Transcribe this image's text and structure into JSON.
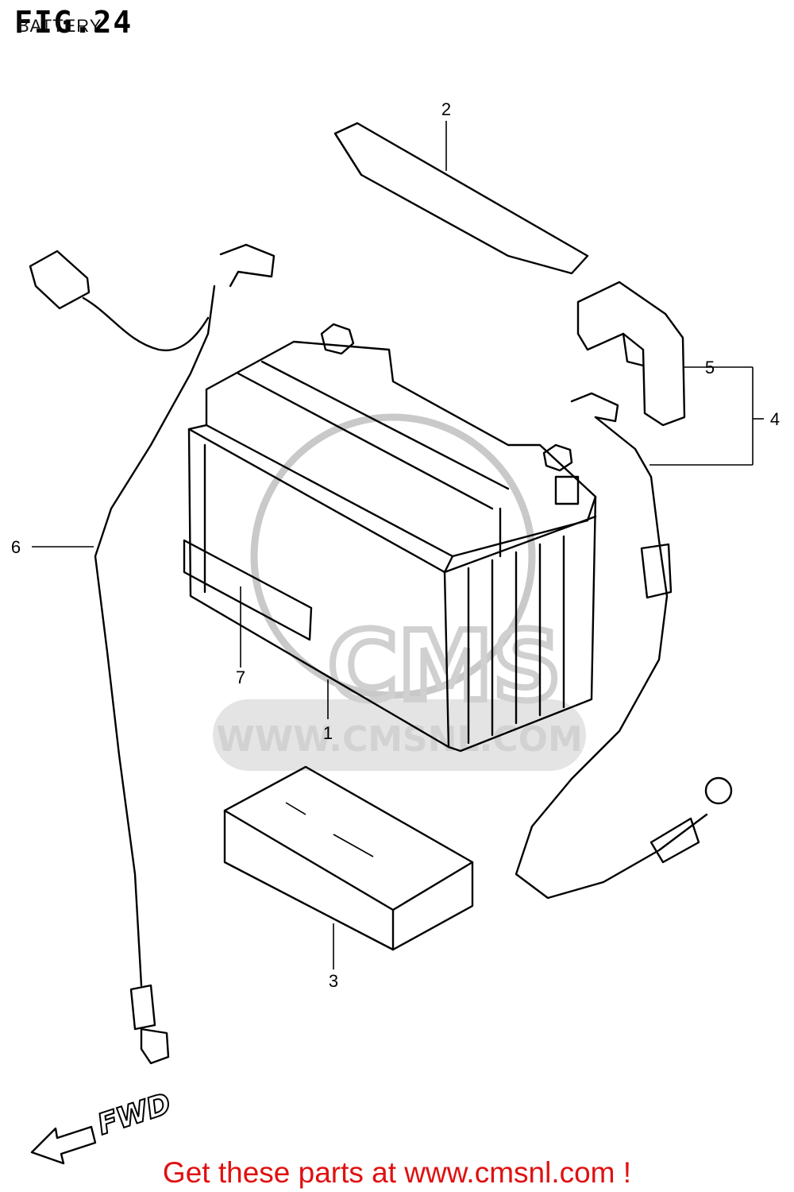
{
  "figure": {
    "title": "FIG.24",
    "subtitle": "BATTERY"
  },
  "callouts": [
    {
      "id": "1",
      "label": "1"
    },
    {
      "id": "2",
      "label": "2"
    },
    {
      "id": "3",
      "label": "3"
    },
    {
      "id": "4",
      "label": "4"
    },
    {
      "id": "5",
      "label": "5"
    },
    {
      "id": "6",
      "label": "6"
    },
    {
      "id": "7",
      "label": "7"
    }
  ],
  "watermark": {
    "brand": "CMS",
    "url": "WWW.CMSNL.COM"
  },
  "direction_label": "FWD",
  "footer": {
    "text": "Get these parts at www.cmsnl.com !",
    "color": "#e01010"
  }
}
